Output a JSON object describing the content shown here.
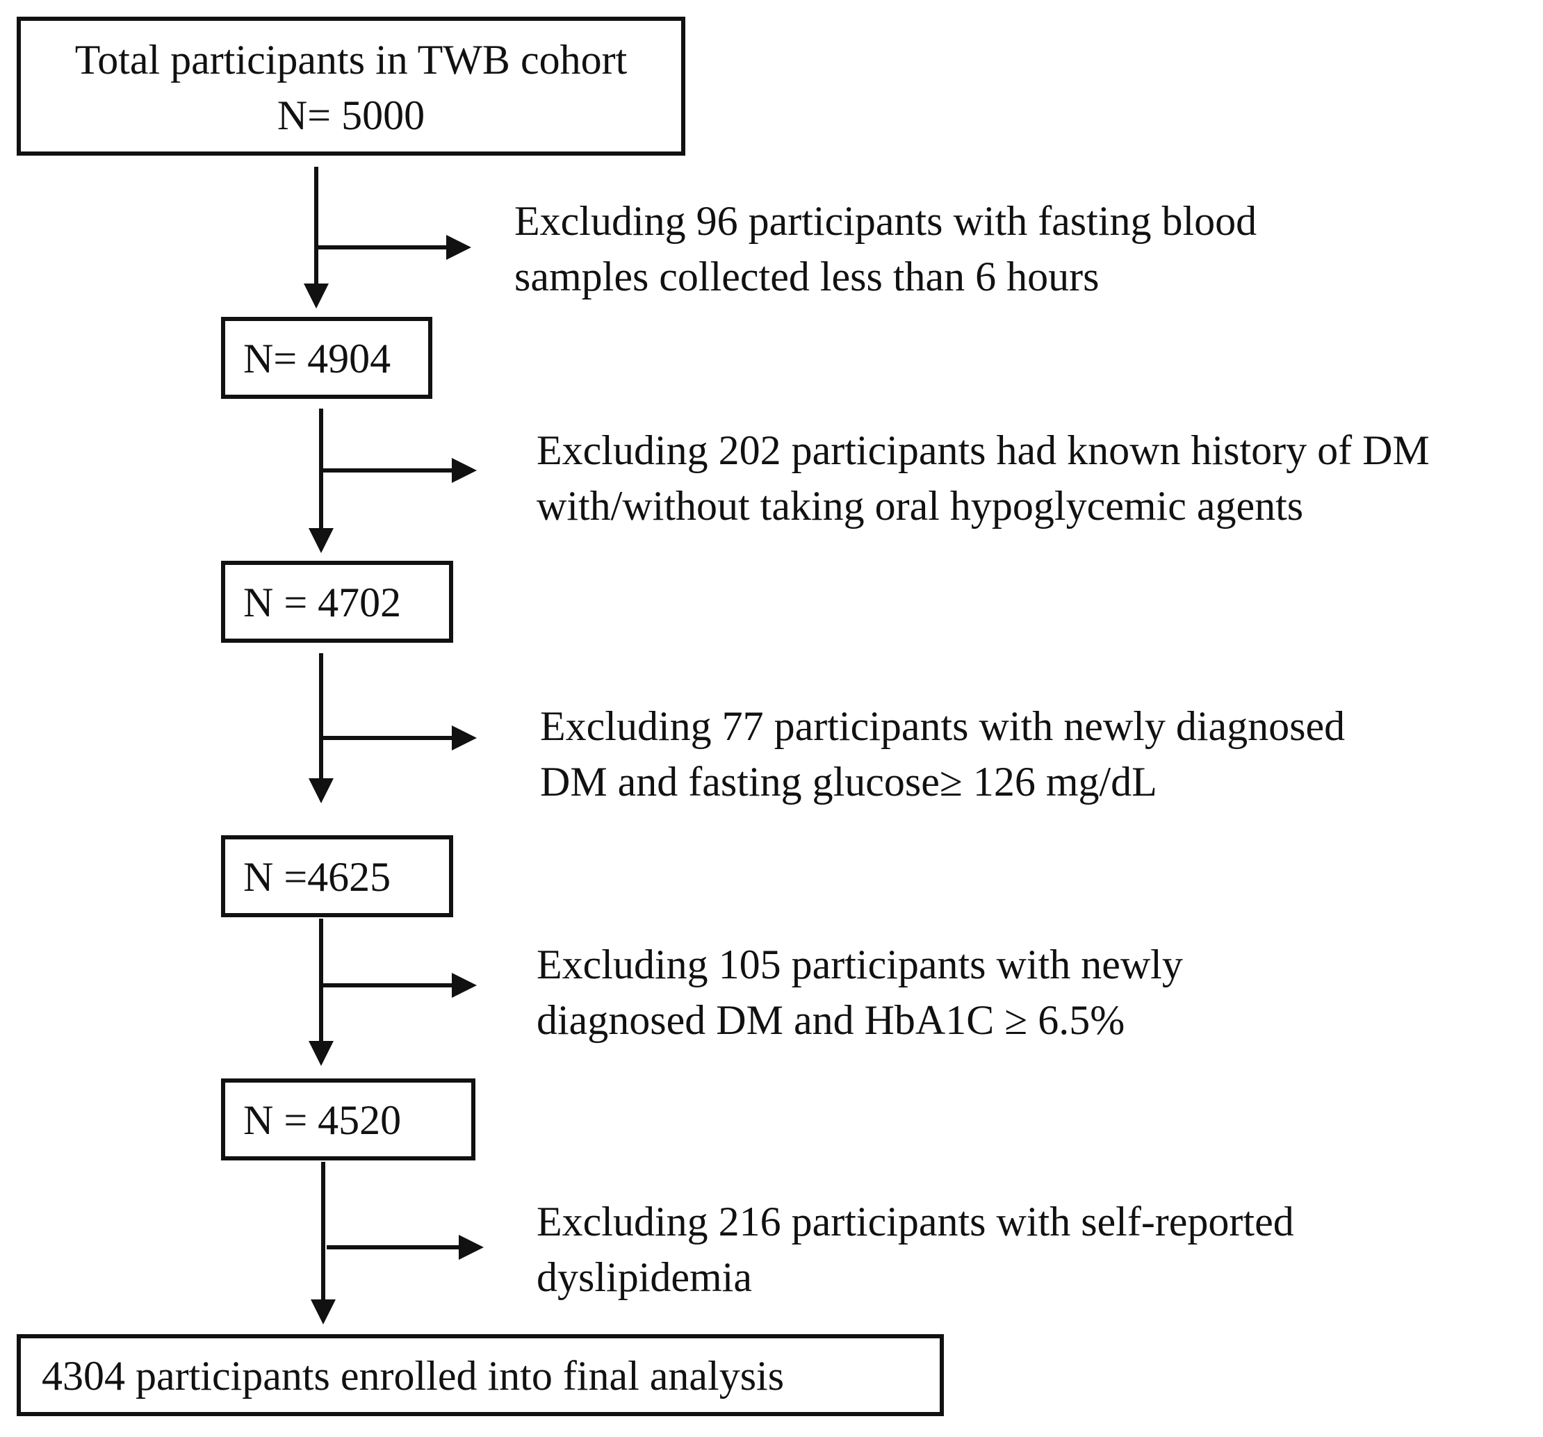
{
  "boxes": {
    "start": {
      "line1": "Total participants in TWB cohort",
      "line2": "N= 5000"
    },
    "step1": "N= 4904",
    "step2": "N = 4702",
    "step3": "N =4625",
    "step4": "N = 4520",
    "final": "4304 participants enrolled into final analysis"
  },
  "exclusions": [
    {
      "line1": "Excluding 96 participants with fasting blood",
      "line2": "samples collected less than 6 hours"
    },
    {
      "line1": "Excluding 202 participants had known history of DM",
      "line2": "with/without taking oral hypoglycemic agents"
    },
    {
      "line1": "Excluding 77 participants with newly diagnosed",
      "line2": "DM and fasting glucose≥ 126 mg/dL"
    },
    {
      "line1": "Excluding 105 participants with newly",
      "line2": "diagnosed DM and HbA1C ≥ 6.5%"
    },
    {
      "line1": "Excluding 216 participants with self-reported",
      "line2": "dyslipidemia"
    }
  ]
}
